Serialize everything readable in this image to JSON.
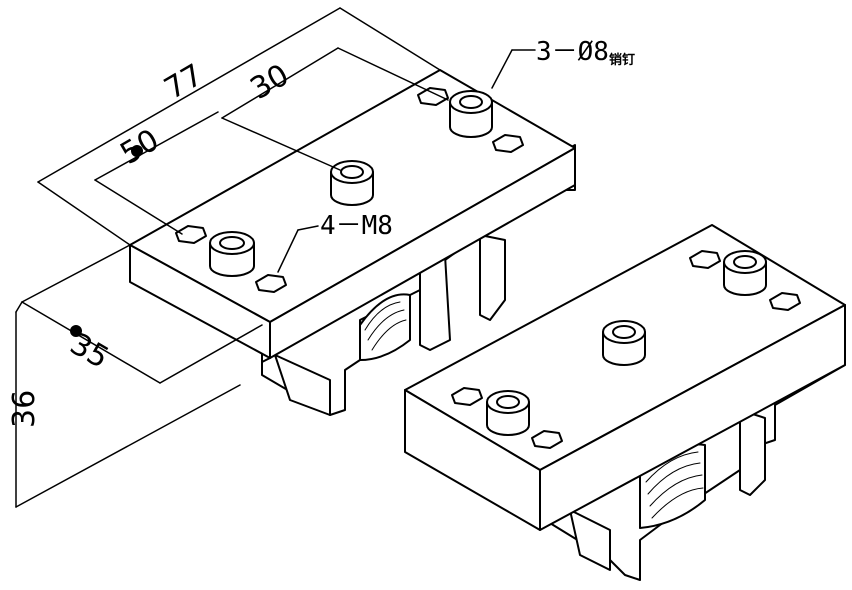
{
  "dimensions": {
    "length_total": "77",
    "pin_spacing": "30",
    "hole_spacing": "50",
    "block_width": "35",
    "height": "36"
  },
  "callouts": {
    "dowel_pins": {
      "prefix": "3－Ø8",
      "suffix": "销钉"
    },
    "tapped_holes": "4－M8"
  }
}
